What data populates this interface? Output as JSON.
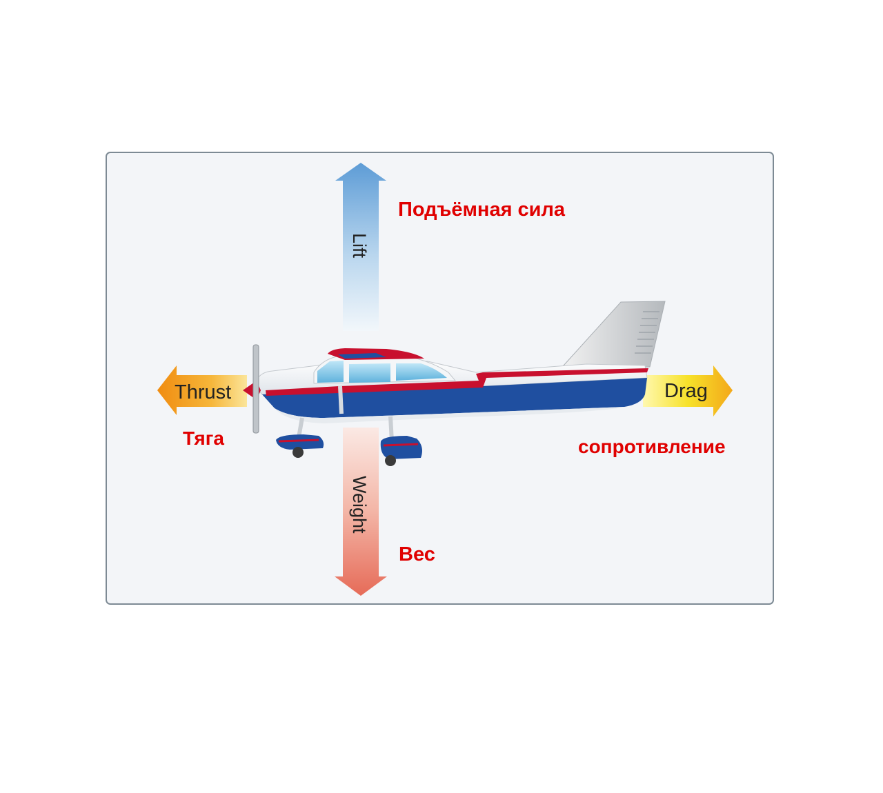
{
  "diagram": {
    "forces": {
      "lift": {
        "label_en": "Lift",
        "label_ru": "Подъёмная сила"
      },
      "weight": {
        "label_en": "Weight",
        "label_ru": "Вес"
      },
      "thrust": {
        "label_en": "Thrust",
        "label_ru": "Тяга"
      },
      "drag": {
        "label_en": "Drag",
        "label_ru": "сопротивление"
      }
    },
    "colors": {
      "lift_arrow": "#6fa8dc",
      "weight_arrow": "#e8786a",
      "thrust_arrow": "#f0a020",
      "drag_arrow": "#f2d600",
      "ru_label": "#e00000",
      "fuselage_blue": "#1f4fa0",
      "stripe_red": "#c8102e",
      "frame_border": "#7d8a94"
    }
  }
}
